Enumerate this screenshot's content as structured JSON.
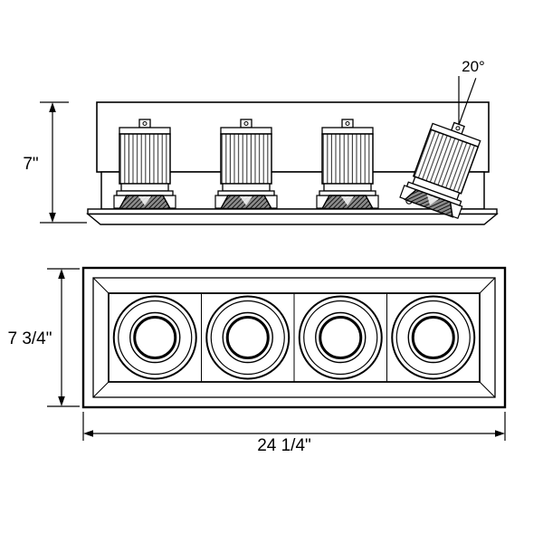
{
  "drawing": {
    "side_view": {
      "height_label": "7\"",
      "tilt_angle_label": "20°"
    },
    "plan_view": {
      "height_label": "7 3/4\"",
      "width_label": "24 1/4\""
    }
  },
  "colors": {
    "line": "#000000",
    "background": "#ffffff",
    "cone_fill": "#777777"
  }
}
